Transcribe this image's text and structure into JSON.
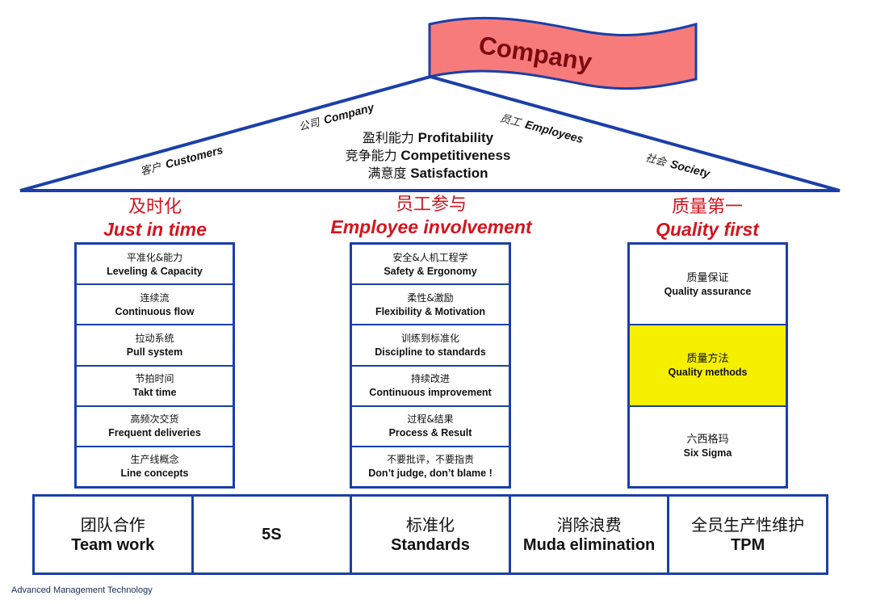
{
  "banner": {
    "label": "Company",
    "fill_color": "#f77b7b",
    "text_color": "#7a0a10",
    "border_color": "#1a3fa8"
  },
  "roof": {
    "line_color": "#1a3fa8",
    "stakeholders": [
      {
        "zh": "客户",
        "en": "Customers"
      },
      {
        "zh": "公司",
        "en": "Company"
      },
      {
        "zh": "员工",
        "en": "Employees"
      },
      {
        "zh": "社会",
        "en": "Society"
      }
    ],
    "goals": [
      {
        "zh": "盈利能力",
        "en": "Profitability"
      },
      {
        "zh": "竞争能力",
        "en": "Competitiveness"
      },
      {
        "zh": "满意度",
        "en": "Satisfaction"
      }
    ]
  },
  "pillars": [
    {
      "title_zh": "及时化",
      "title_en": "Just in time",
      "items": [
        {
          "zh": "平准化&能力",
          "en": "Leveling & Capacity"
        },
        {
          "zh": "连续流",
          "en": "Continuous flow"
        },
        {
          "zh": "拉动系统",
          "en": "Pull system"
        },
        {
          "zh": "节拍时间",
          "en": "Takt time"
        },
        {
          "zh": "高频次交货",
          "en": "Frequent deliveries"
        },
        {
          "zh": "生产线概念",
          "en": "Line concepts"
        }
      ]
    },
    {
      "title_zh": "员工参与",
      "title_en": "Employee involvement",
      "items": [
        {
          "zh": "安全&人机工程学",
          "en": "Safety & Ergonomy"
        },
        {
          "zh": "柔性&激励",
          "en": "Flexibility & Motivation"
        },
        {
          "zh": "训练到标准化",
          "en": "Discipline to standards"
        },
        {
          "zh": "持续改进",
          "en": "Continuous improvement"
        },
        {
          "zh": "过程&结果",
          "en": "Process & Result"
        },
        {
          "zh": "不要批评，不要指责",
          "en": "Don’t judge, don’t blame !"
        }
      ]
    },
    {
      "title_zh": "质量第一",
      "title_en": "Quality first",
      "items": [
        {
          "zh": "质量保证",
          "en": "Quality assurance",
          "highlight": false
        },
        {
          "zh": "质量方法",
          "en": "Quality methods",
          "highlight": true
        },
        {
          "zh": "六西格玛",
          "en": "Six Sigma",
          "highlight": false
        }
      ],
      "highlight_color": "#f5ef00"
    }
  ],
  "foundation": [
    {
      "zh": "团队合作",
      "en": "Team work"
    },
    {
      "zh": "",
      "en": "5S"
    },
    {
      "zh": "标准化",
      "en": "Standards"
    },
    {
      "zh": "消除浪费",
      "en": "Muda elimination"
    },
    {
      "zh": "全员生产性维护",
      "en": "TPM"
    }
  ],
  "footer": "Advanced Management Technology"
}
